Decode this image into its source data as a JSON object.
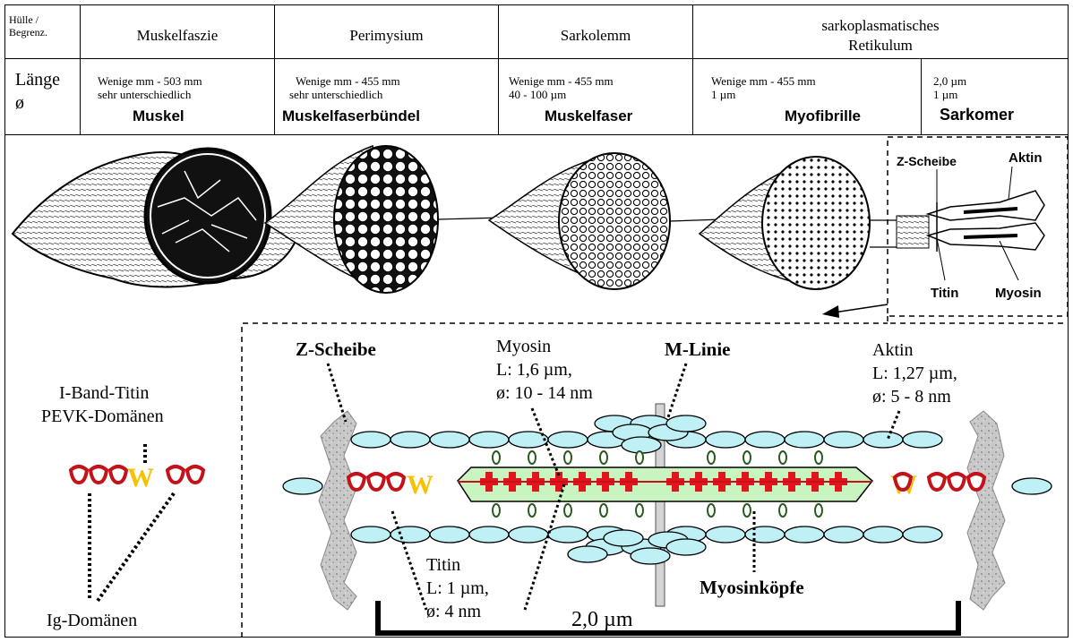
{
  "table": {
    "row1_label": "Hülle / Begrenz.",
    "row1_label_line1": "Hülle /",
    "row1_label_line2": "Begrenz.",
    "columns": [
      "Muskelfaszie",
      "Perimysium",
      "Sarkolemm"
    ],
    "last_col_line1": "sarkoplasmatisches",
    "last_col_line2": "Retikulum",
    "row2_label_line1": "Länge",
    "row2_label_line2": "ø",
    "structures": [
      {
        "line1": "Wenige mm - 503 mm",
        "line2": "sehr unterschiedlich",
        "name": "Muskel"
      },
      {
        "line1": "Wenige mm - 455 mm",
        "line2": "sehr unterschiedlich",
        "name": "Muskelfaserbündel"
      },
      {
        "line1": "Wenige mm - 455 mm",
        "line2": "40 - 100 µm",
        "name": "Muskelfaser"
      },
      {
        "line1": "Wenige mm - 455 mm",
        "line2": "1 µm",
        "name": "Myofibrille"
      },
      {
        "line1": "2,0 µm",
        "line2": "1 µm",
        "name": "Sarkomer"
      }
    ]
  },
  "illustration": {
    "z_scheibe": "Z-Scheibe",
    "aktin": "Aktin",
    "titin": "Titin",
    "myosin": "Myosin"
  },
  "sarcomere": {
    "z_scheibe": "Z-Scheibe",
    "myosin_line1": "Myosin",
    "myosin_line2": "L: 1,6 µm,",
    "myosin_line3": "ø: 10 - 14 nm",
    "m_linie": "M-Linie",
    "aktin_line1": "Aktin",
    "aktin_line2": "L: 1,27 µm,",
    "aktin_line3": "ø: 5 - 8 nm",
    "ib_line1": "I-Band-Titin",
    "ib_line2": "PEVK-Domänen",
    "ig": "Ig-Domänen",
    "titin_line1": "Titin",
    "titin_line2": "L: 1 µm,",
    "titin_line3": "ø: 4 nm",
    "scale": "2,0 µm",
    "myosinkoepfe": "Myosinköpfe"
  },
  "colors": {
    "actin": "#bff0f5",
    "thick": "#c8f5bf",
    "myosin_head": "#e3141b",
    "titin": "#c4121a",
    "pevk": "#f5c200",
    "z_disc": "#c8c8c8"
  }
}
